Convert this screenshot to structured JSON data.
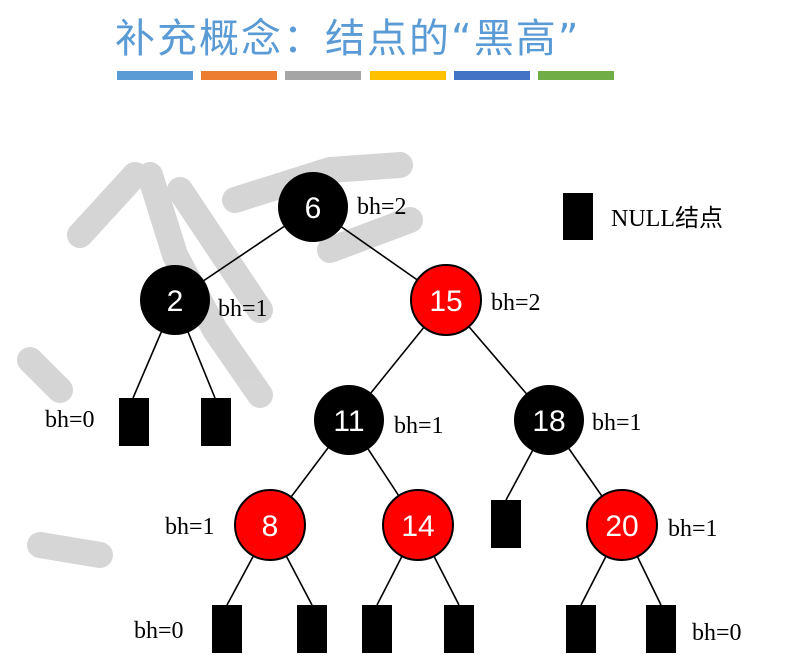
{
  "title": "补充概念：结点的“黑高”",
  "title_color": "#5b9bd5",
  "color_bars": [
    "#5b9bd5",
    "#ed7d31",
    "#a5a5a5",
    "#ffc000",
    "#4472c4",
    "#70ad47"
  ],
  "colors": {
    "black_node": "#000000",
    "red_node": "#ff0000",
    "edge": "#000000"
  },
  "legend": {
    "label": "NULL结点"
  },
  "nodes": {
    "n6": {
      "value": "6",
      "color": "black",
      "bh": "bh=2"
    },
    "n2": {
      "value": "2",
      "color": "black",
      "bh": "bh=1"
    },
    "n15": {
      "value": "15",
      "color": "red",
      "bh": "bh=2"
    },
    "n11": {
      "value": "11",
      "color": "black",
      "bh": "bh=1"
    },
    "n18": {
      "value": "18",
      "color": "black",
      "bh": "bh=1"
    },
    "n8": {
      "value": "8",
      "color": "red",
      "bh": "bh=1"
    },
    "n14": {
      "value": "14",
      "color": "red"
    },
    "n20": {
      "value": "20",
      "color": "red",
      "bh": "bh=1"
    }
  },
  "null_labels": {
    "n2_left": "bh=0",
    "n8_left": "bh=0",
    "n20_right": "bh=0"
  }
}
